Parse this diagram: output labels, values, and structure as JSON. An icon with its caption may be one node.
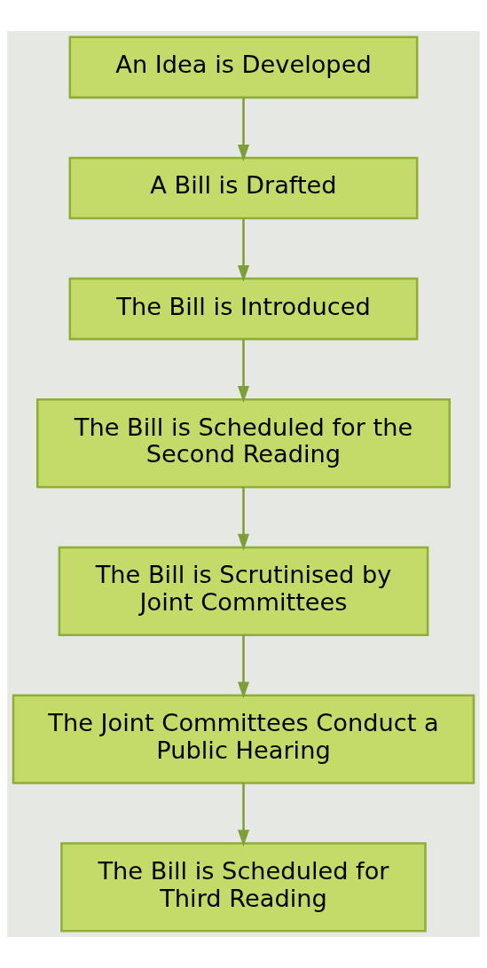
{
  "diagram": {
    "nodes": [
      {
        "text": [
          "An Idea is Developed"
        ]
      },
      {
        "text": [
          "A Bill is Drafted"
        ]
      },
      {
        "text": [
          "The Bill is Introduced"
        ]
      },
      {
        "text": [
          "The Bill is Scheduled for the Second Reading"
        ]
      },
      {
        "text": [
          "The Bill is Scrutinised by Joint Committees"
        ]
      },
      {
        "text": [
          "The Joint Committees Conduct a Public Hearing"
        ]
      },
      {
        "text": [
          "The Bill is Scheduled for Third Reading"
        ]
      }
    ],
    "edges": [
      {
        "from": 0,
        "to": 1,
        "arrow": "to"
      },
      {
        "from": 1,
        "to": 2,
        "arrow": "to"
      },
      {
        "from": 2,
        "to": 3,
        "arrow": "to"
      },
      {
        "from": 3,
        "to": 4,
        "arrow": "to"
      },
      {
        "from": 4,
        "to": 5,
        "arrow": "to"
      },
      {
        "from": 5,
        "to": 6,
        "arrow": "to"
      }
    ]
  }
}
